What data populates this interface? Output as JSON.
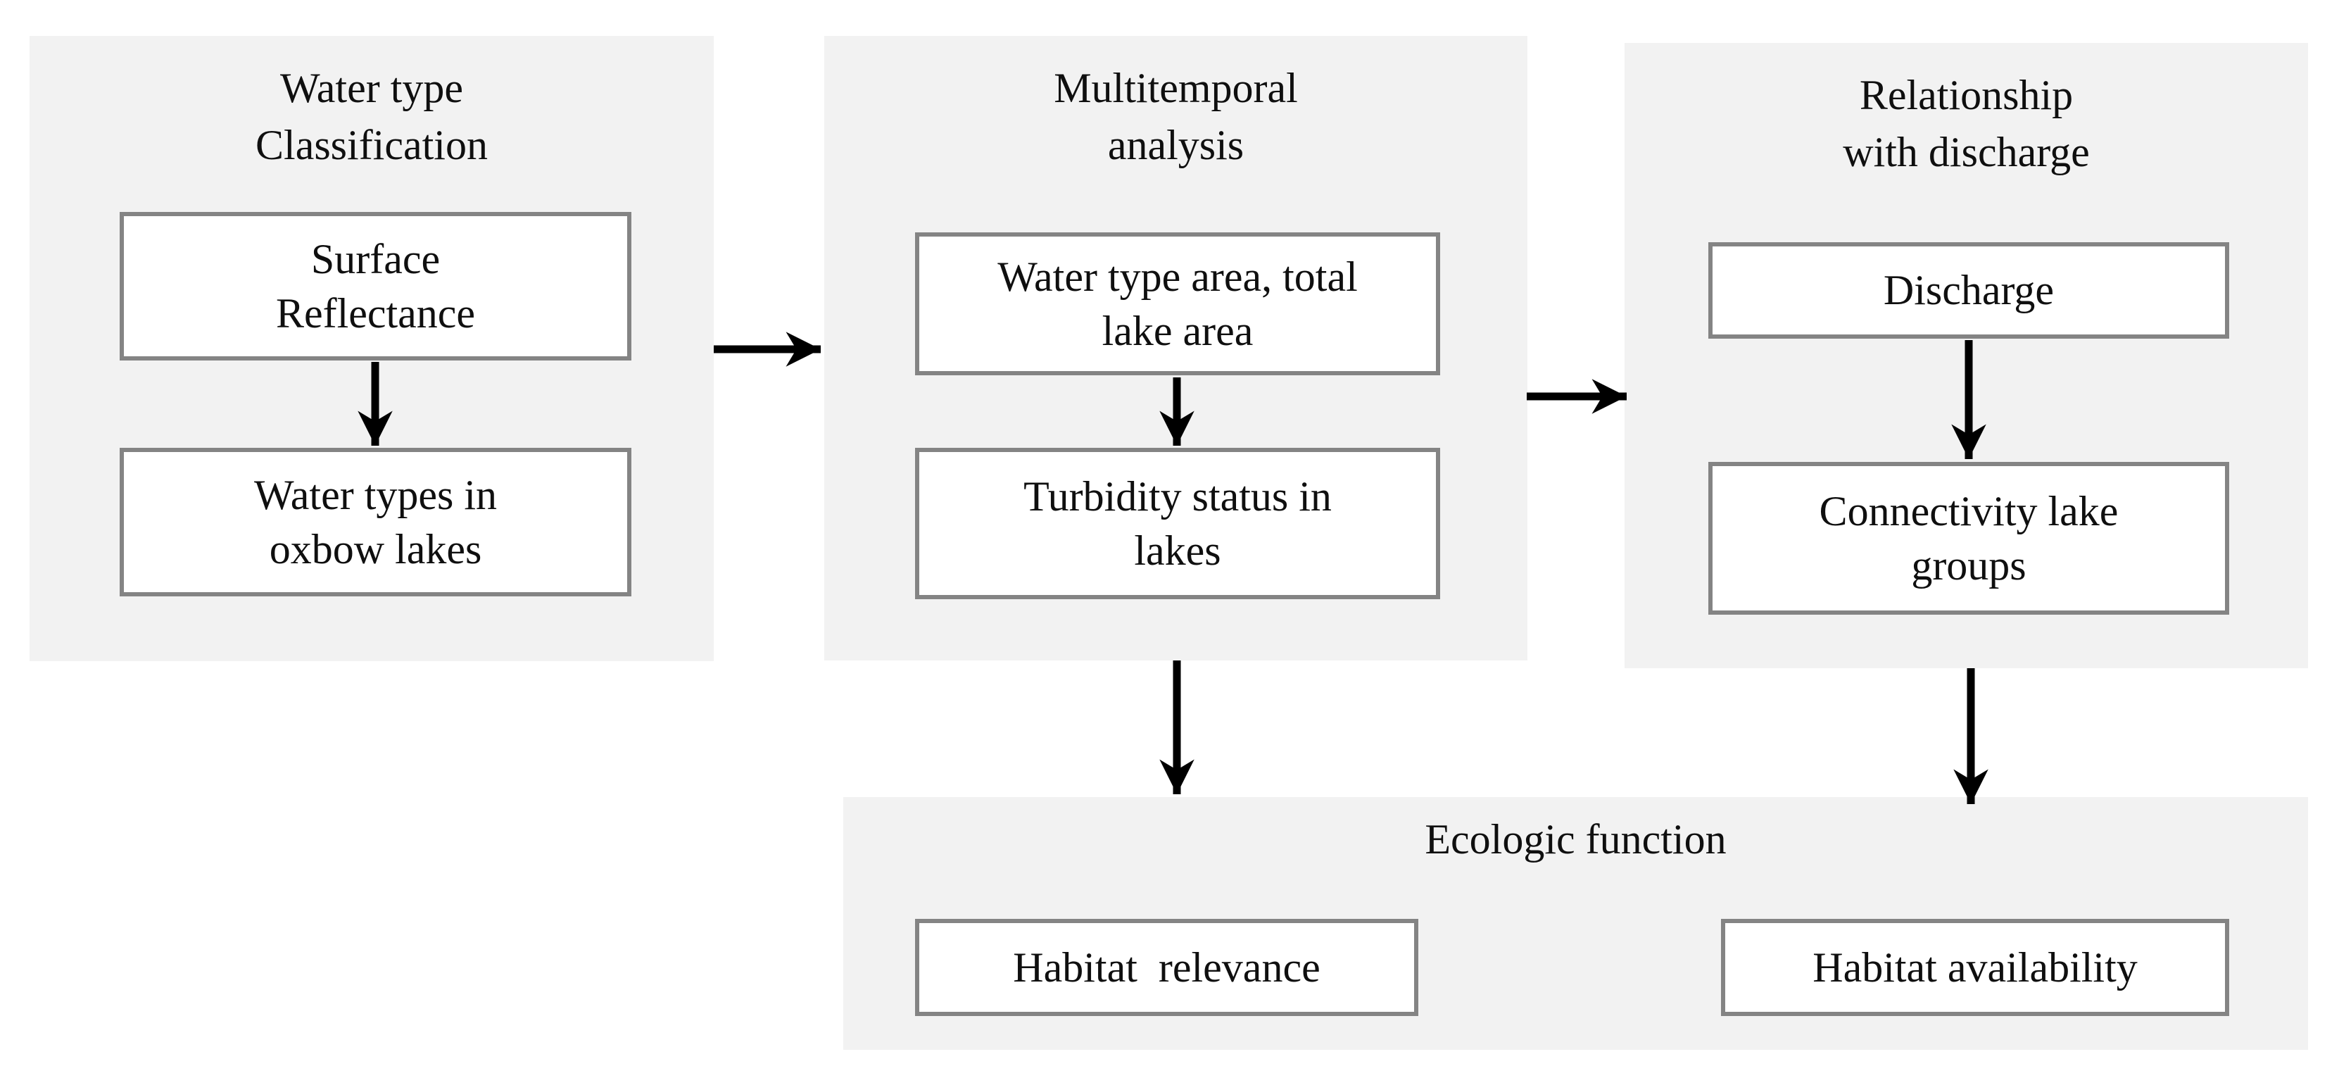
{
  "figure": {
    "colors": {
      "panel_bg": "#f2f2f2",
      "box_bg": "#ffffff",
      "box_border": "#848484",
      "arrow": "#000000",
      "text": "#0f0f0f"
    },
    "panels": [
      {
        "key": "water-type-classification",
        "title": "Water type\nClassification",
        "boxes": [
          "Surface\nReflectance",
          "Water types in\noxbow lakes"
        ]
      },
      {
        "key": "multitemporal-analysis",
        "title": "Multitemporal\nanalysis",
        "boxes": [
          "Water type area, total\nlake area",
          "Turbidity status in\nlakes"
        ]
      },
      {
        "key": "relationship-with-discharge",
        "title": "Relationship\nwith discharge",
        "boxes": [
          "Discharge",
          "Connectivity lake\ngroups"
        ]
      },
      {
        "key": "ecologic-function",
        "title": "Ecologic function",
        "boxes": [
          "Habitat  relevance",
          "Habitat availability"
        ]
      }
    ]
  }
}
